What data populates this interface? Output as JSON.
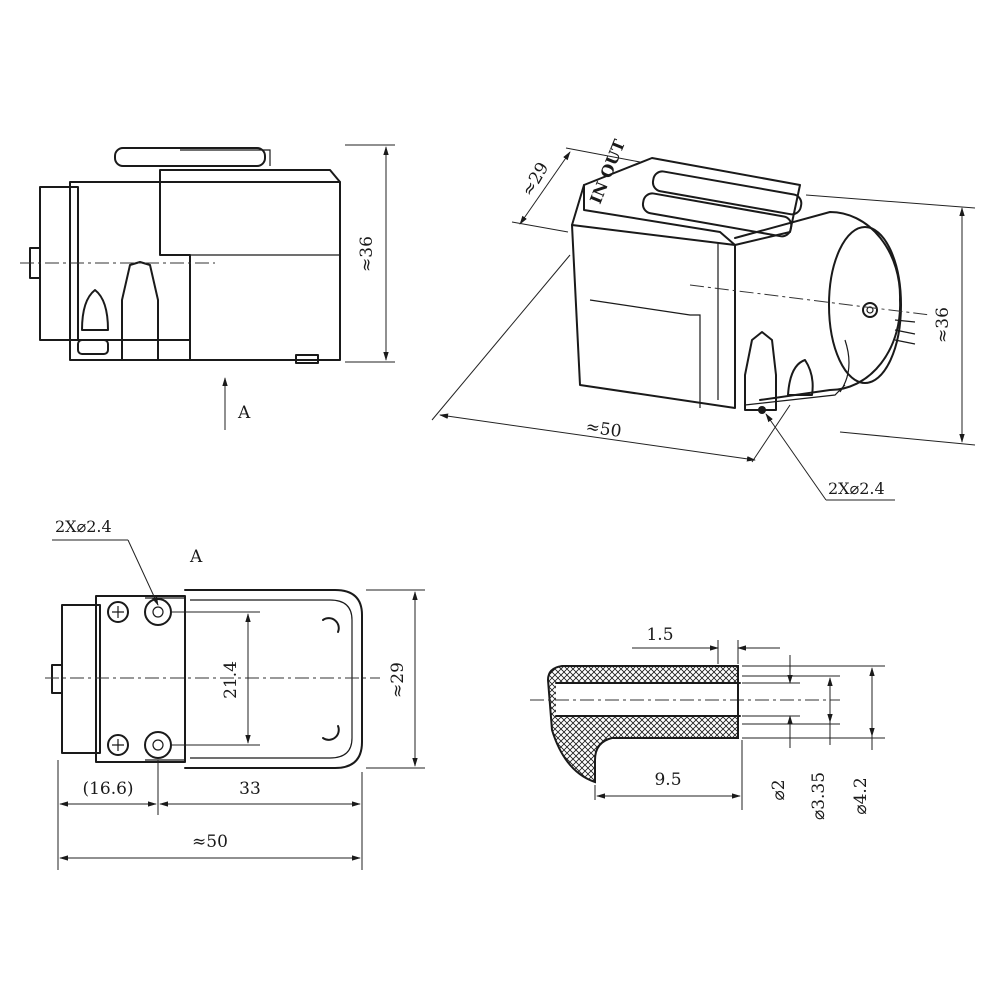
{
  "labels": {
    "side_height": "≈36",
    "view_arrow": "A",
    "iso_width": "≈29",
    "iso_height": "≈36",
    "iso_length": "≈50",
    "iso_holes": "2X⌀2.4",
    "iso_port_text": "IN OUT",
    "top_holes": "2X⌀2.4",
    "top_view": "A",
    "top_span": "21.4",
    "top_width": "≈29",
    "top_left": "(16.6)",
    "top_mid": "33",
    "top_length": "≈50",
    "tube_wall": "1.5",
    "tube_len": "9.5",
    "tube_d1": "⌀2",
    "tube_d2": "⌀3.35",
    "tube_d3": "⌀4.2"
  },
  "colors": {
    "line": "#1a1a1a",
    "background": "#ffffff"
  }
}
